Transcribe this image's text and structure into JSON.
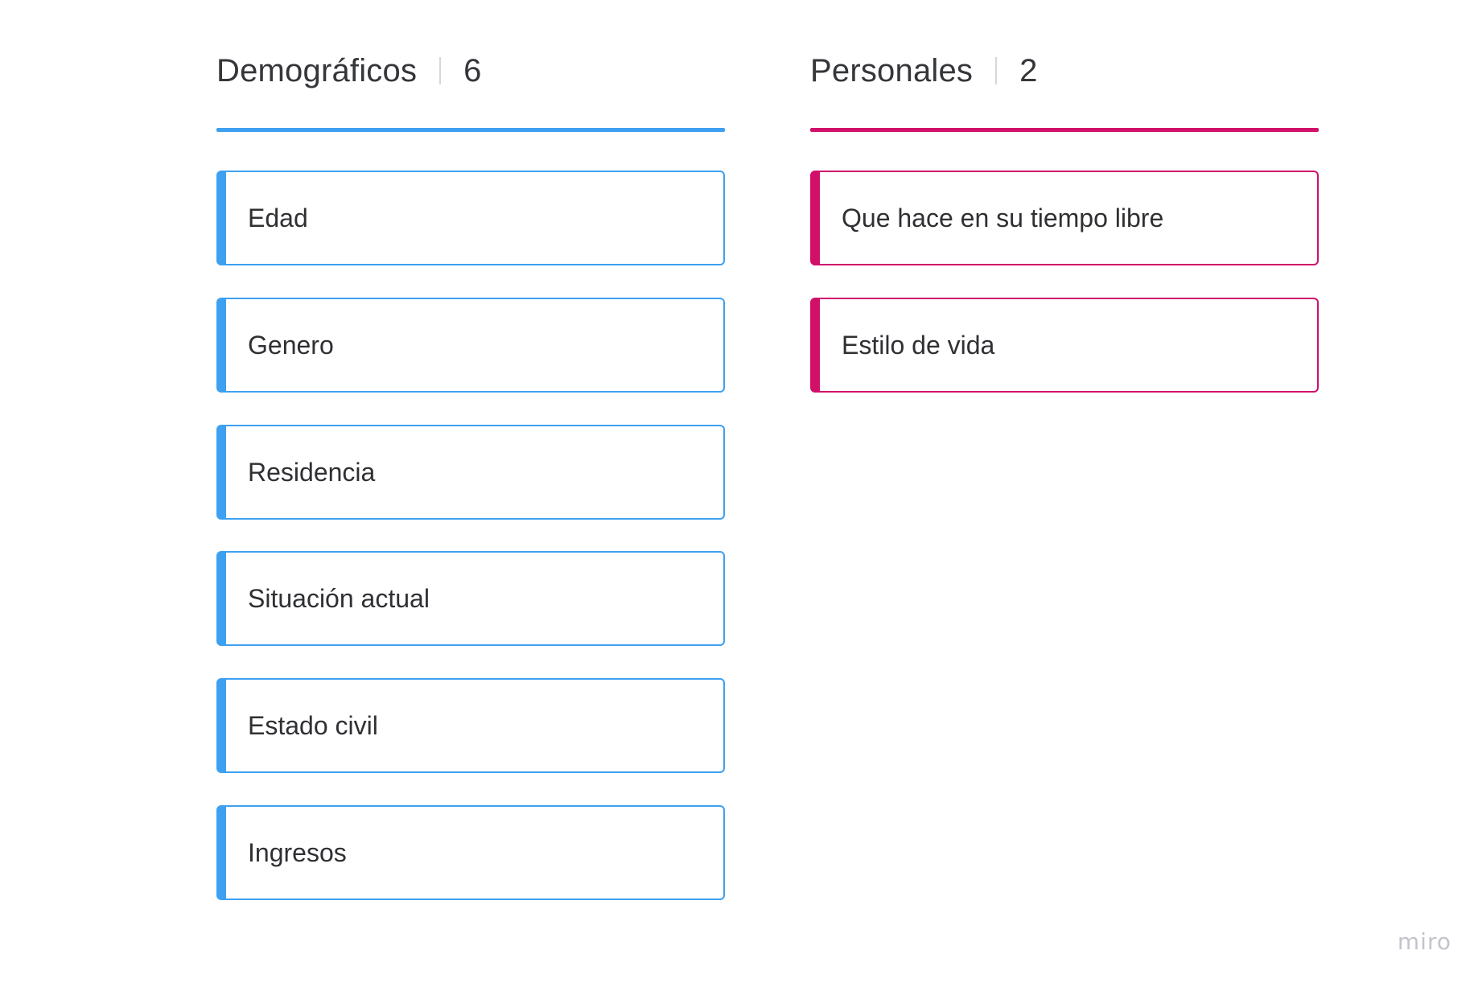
{
  "colors": {
    "blue": "#3ea0f0",
    "magenta": "#d1106a"
  },
  "columns": [
    {
      "title": "Demográficos",
      "count": "6",
      "accent": "#3ea0f0",
      "cards": [
        {
          "label": "Edad"
        },
        {
          "label": "Genero"
        },
        {
          "label": "Residencia"
        },
        {
          "label": "Situación actual"
        },
        {
          "label": "Estado civil"
        },
        {
          "label": "Ingresos"
        }
      ]
    },
    {
      "title": "Personales",
      "count": "2",
      "accent": "#d1106a",
      "cards": [
        {
          "label": "Que hace en su tiempo libre"
        },
        {
          "label": "Estilo de vida"
        }
      ]
    }
  ],
  "branding": {
    "logo_text": "miro"
  }
}
